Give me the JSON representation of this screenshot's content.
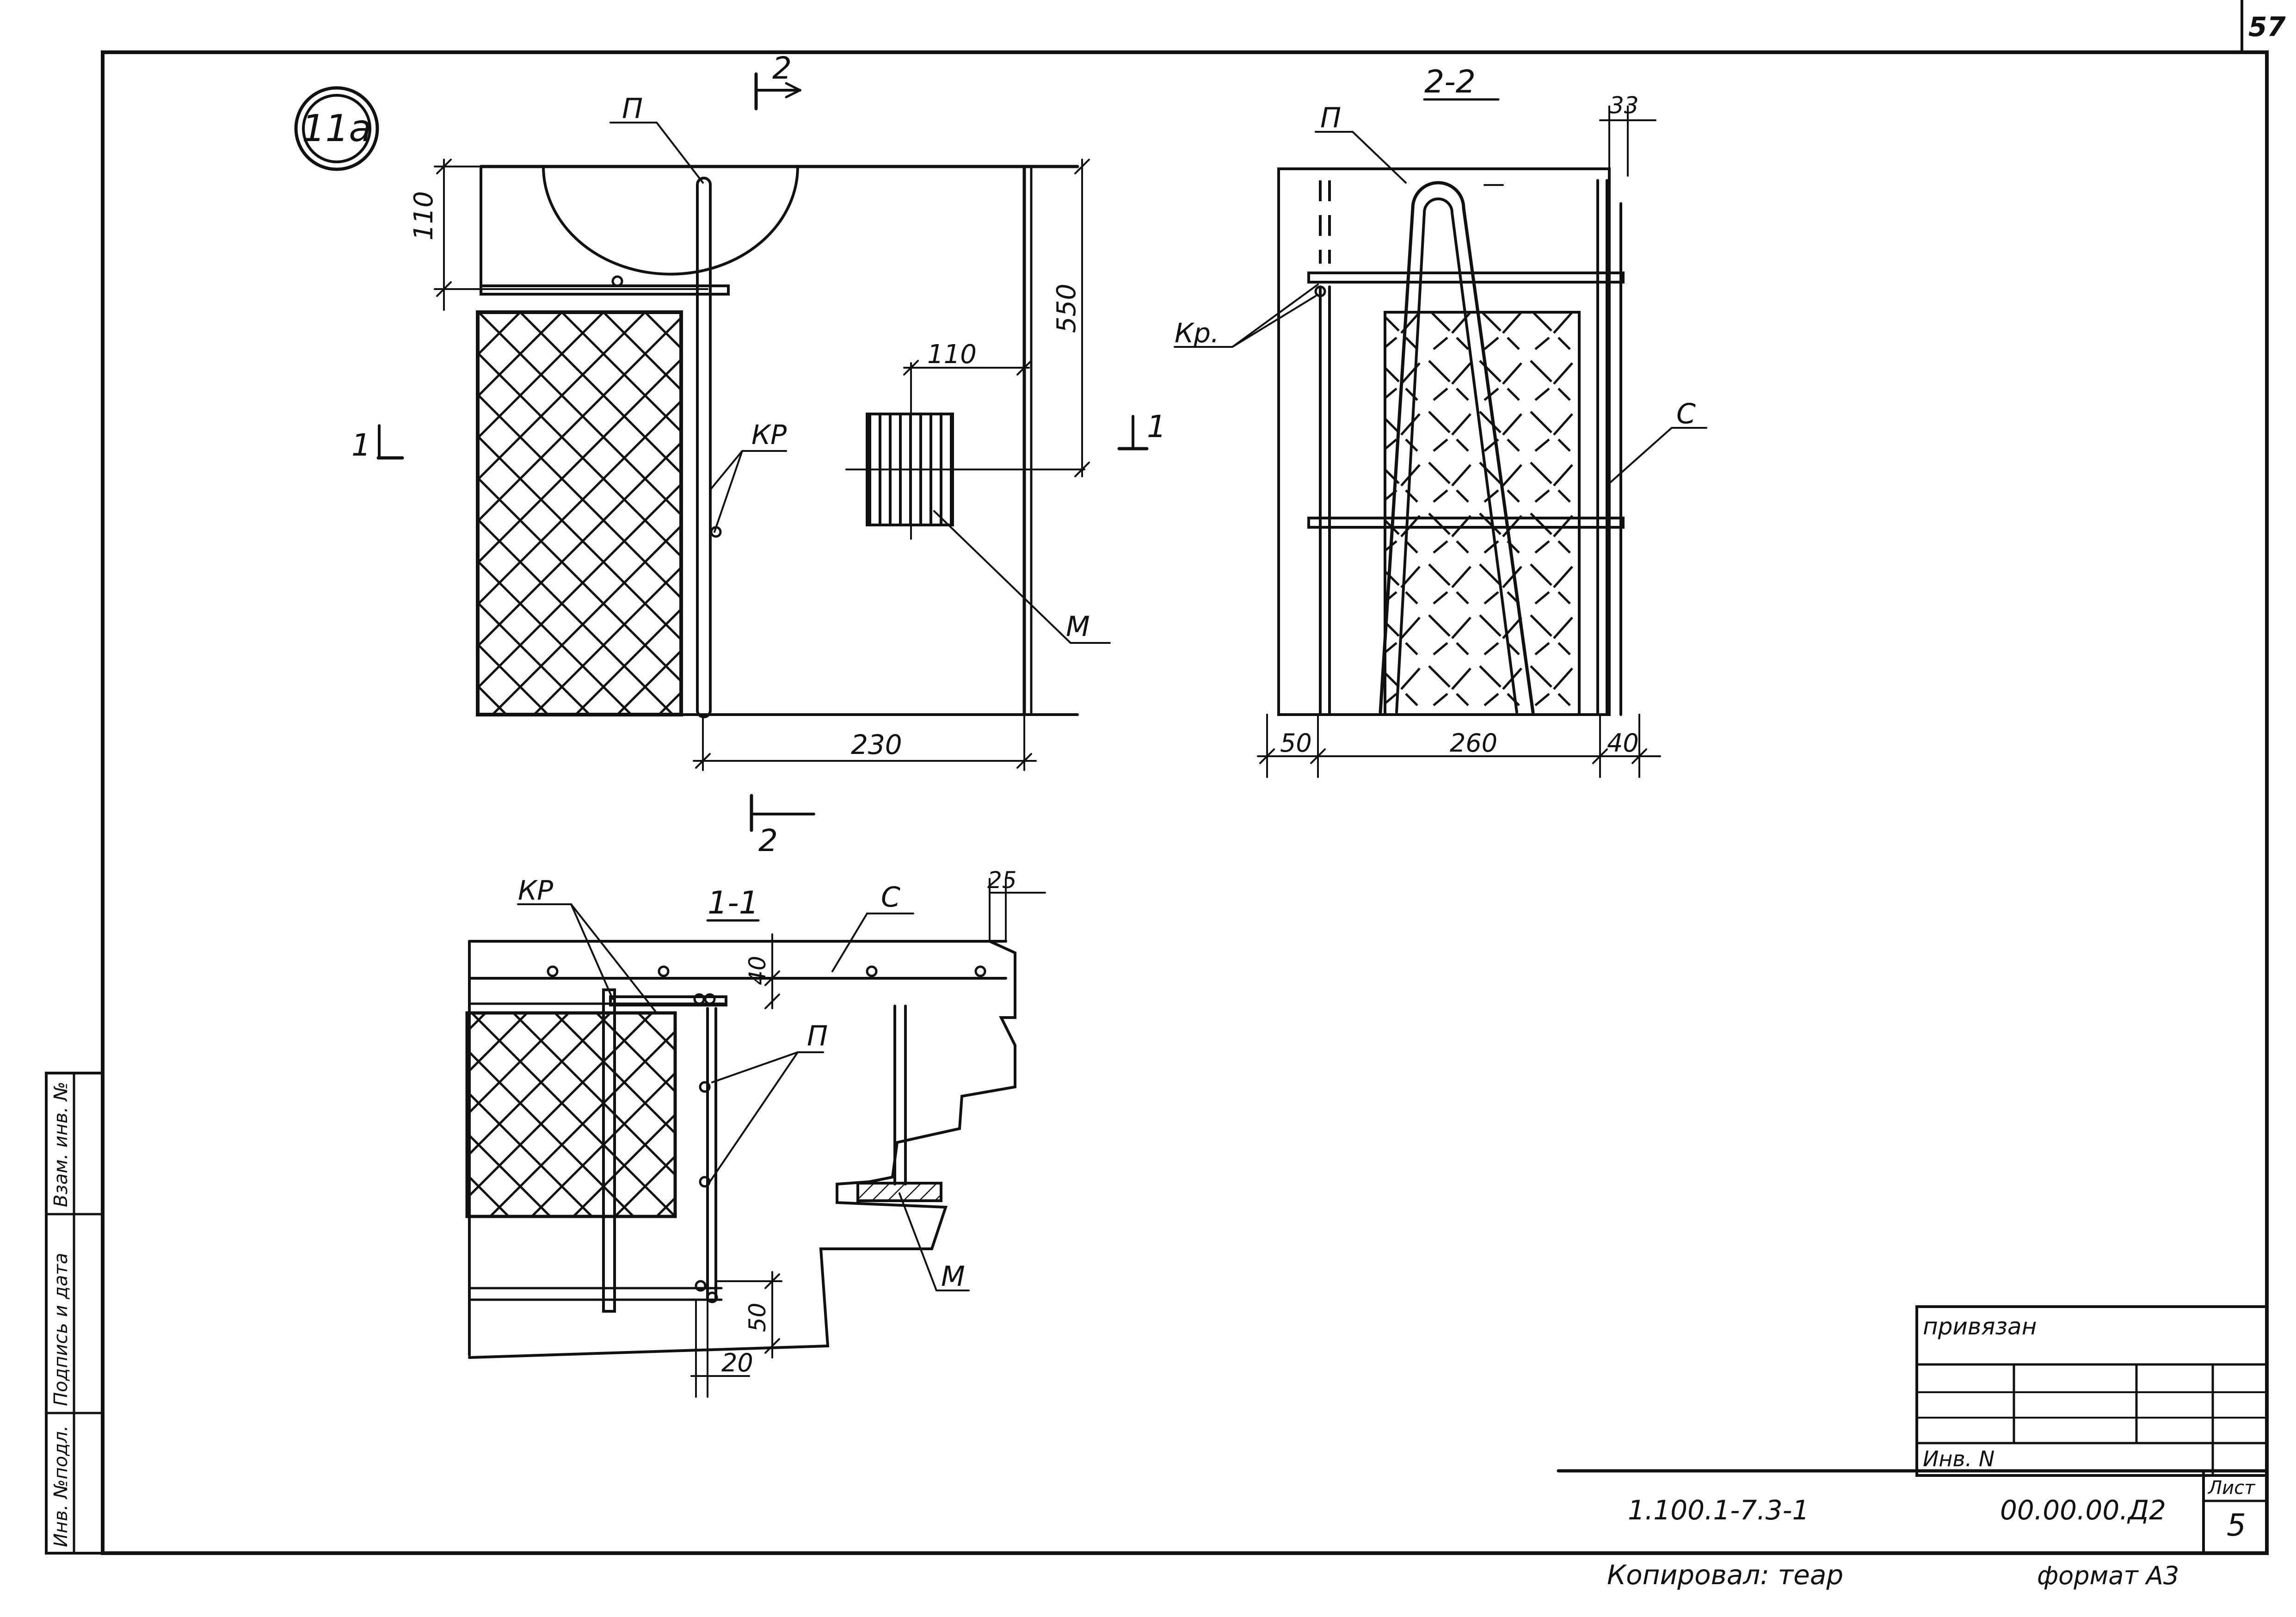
{
  "sheet_number": "57",
  "node_mark": "11а",
  "view": {
    "section_top": "2",
    "section_bottom": "2",
    "section_left": "1",
    "section_right": "1",
    "label_p": "П",
    "label_kr": "КР",
    "label_m": "М",
    "dim_110_top": "110",
    "dim_550": "550",
    "dim_110_embed": "110",
    "dim_230": "230"
  },
  "section_2_2": {
    "title": "2-2",
    "label_p": "П",
    "label_kr": "Кр.",
    "label_c": "С",
    "dim_33": "33",
    "dim_50": "50",
    "dim_260": "260",
    "dim_40": "40"
  },
  "section_1_1": {
    "title": "1-1",
    "label_kr": "КР",
    "label_c": "С",
    "label_p": "П",
    "label_m": "М",
    "dim_25": "25",
    "dim_40": "40",
    "dim_50": "50",
    "dim_20": "20"
  },
  "side_stamp": {
    "cells": [
      "Взам. инв. №",
      "Подпись и дата",
      "Инв. №подл."
    ]
  },
  "title_block": {
    "privyazan": "привязан",
    "inv_no": "Инв. N",
    "designation": "1.100.1-7.3-1",
    "doc_code": "00.00.00.Д2",
    "sheet_label": "Лист",
    "sheet_value": "5",
    "copied": "Копировал: теар",
    "format": "формат А3"
  }
}
